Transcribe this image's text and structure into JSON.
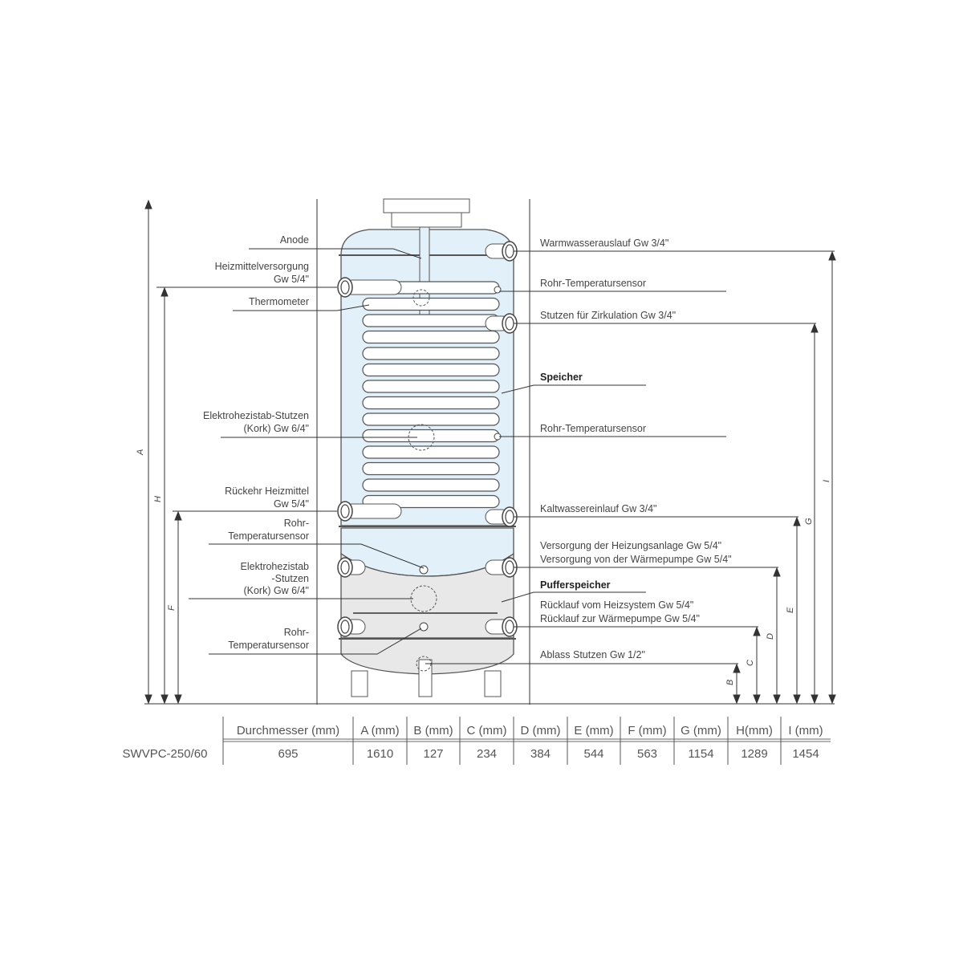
{
  "labels_left": {
    "anode": "Anode",
    "heizmittelversorgung_1": "Heizmittelversorgung",
    "heizmittelversorgung_2": "Gw 5/4\"",
    "thermometer": "Thermometer",
    "elektro_top_1": "Elektrohezistab-Stutzen",
    "elektro_top_2": "(Kork) Gw 6/4\"",
    "rueckehr_1": "Rückehr Heizmittel",
    "rueckehr_2": "Gw 5/4\"",
    "sensor_a_1": "Rohr-",
    "sensor_a_2": "Temperatursensor",
    "elektro_bot_1": "Elektrohezistab",
    "elektro_bot_2": "-Stutzen",
    "elektro_bot_3": "(Kork) Gw 6/4\"",
    "sensor_b_1": "Rohr-",
    "sensor_b_2": "Temperatursensor"
  },
  "labels_right": {
    "warmwasser": "Warmwasserauslauf Gw 3/4\"",
    "sensor_top": "Rohr-Temperatursensor",
    "zirkulation": "Stutzen für Zirkulation Gw 3/4\"",
    "speicher": "Speicher",
    "sensor_mid": "Rohr-Temperatursensor",
    "kaltwasser": "Kaltwassereinlauf Gw 3/4\"",
    "versorgung_1": "Versorgung der Heizungsanlage Gw 5/4\"",
    "versorgung_2": "Versorgung von der Wärmepumpe Gw 5/4\"",
    "pufferspeicher": "Pufferspeicher",
    "ruecklauf_1": "Rücklauf vom Heizsystem Gw 5/4\"",
    "ruecklauf_2": "Rücklauf zur Wärmepumpe Gw 5/4\"",
    "ablass": "Ablass Stutzen Gw 1/2\""
  },
  "dimensions": {
    "A": "A",
    "H": "H",
    "F": "F",
    "I": "I",
    "G": "G",
    "E": "E",
    "D": "D",
    "C": "C",
    "B": "B"
  },
  "colors": {
    "speicher_fill": "#e2f0fa",
    "puffer_fill": "#e8e8e8"
  },
  "table": {
    "headers": [
      "",
      "Durchmesser (mm)",
      "A (mm)",
      "B (mm)",
      "C (mm)",
      "D (mm)",
      "E (mm)",
      "F (mm)",
      "G (mm)",
      "H(mm)",
      "I (mm)"
    ],
    "rows": [
      [
        "SWVPC-250/60",
        "695",
        "1610",
        "127",
        "234",
        "384",
        "544",
        "563",
        "1154",
        "1289",
        "1454"
      ]
    ]
  }
}
